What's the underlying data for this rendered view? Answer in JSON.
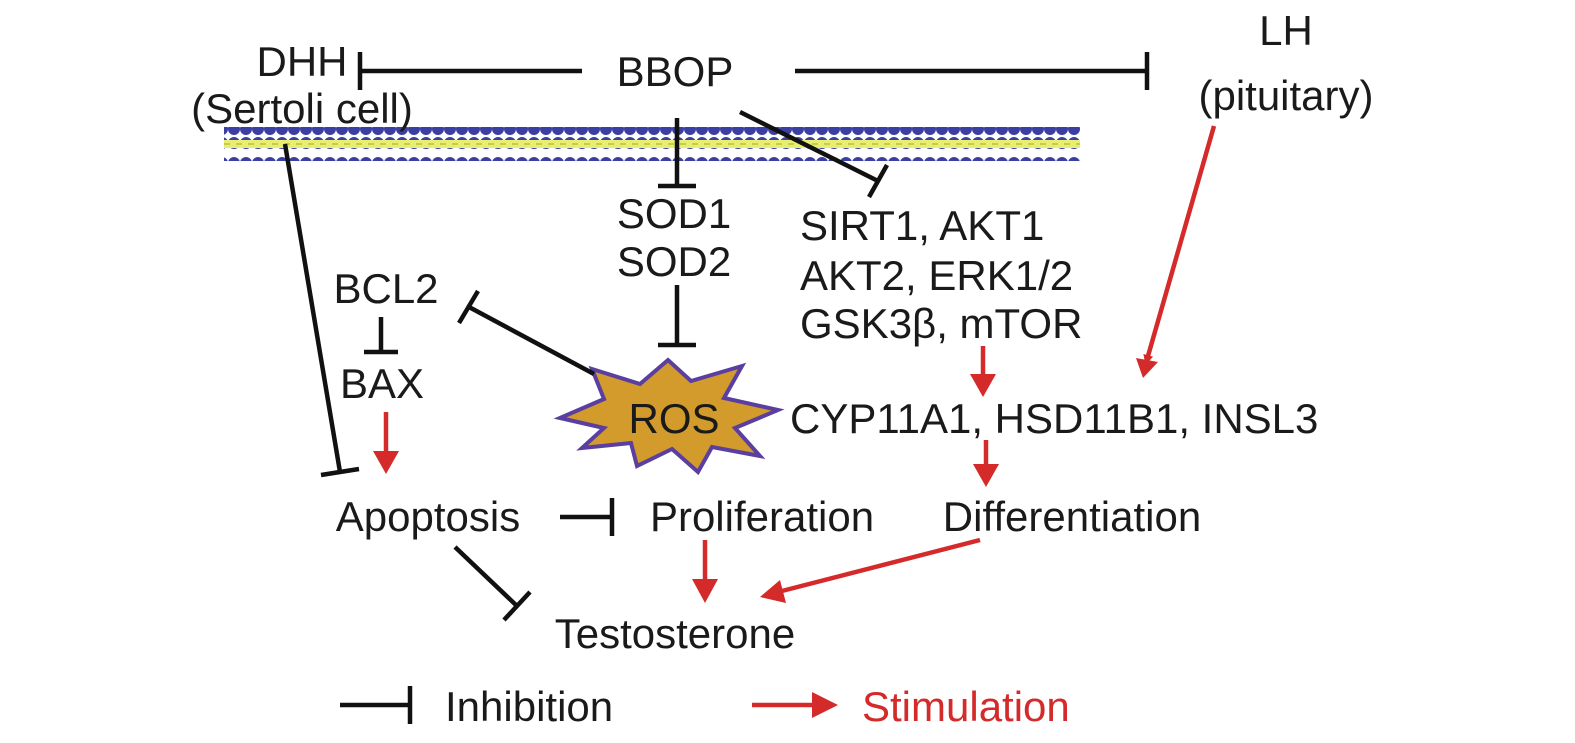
{
  "nodes": {
    "bbop": "BBOP",
    "dhh": "DHH",
    "dhh_sub": "(Sertoli cell)",
    "lh": "LH",
    "lh_sub": "(pituitary)",
    "sod1": "SOD1",
    "sod2": "SOD2",
    "sirt_line1": "SIRT1, AKT1",
    "sirt_line2": "AKT2, ERK1/2",
    "sirt_line3": "GSK3β, mTOR",
    "bcl2": "BCL2",
    "bax": "BAX",
    "ros": "ROS",
    "cyp": "CYP11A1, HSD11B1, INSL3",
    "apoptosis": "Apoptosis",
    "proliferation": "Proliferation",
    "differentiation": "Differentiation",
    "testosterone": "Testosterone"
  },
  "legend": {
    "inhibition": "Inhibition",
    "stimulation": "Stimulation"
  },
  "colors": {
    "inhibition": "#111111",
    "stimulation": "#d42a2a",
    "ros_fill": "#d29b2b",
    "ros_outline": "#5a3fa0",
    "membrane_bead": "#3b3fa3",
    "membrane_core": "#e8ef70"
  }
}
